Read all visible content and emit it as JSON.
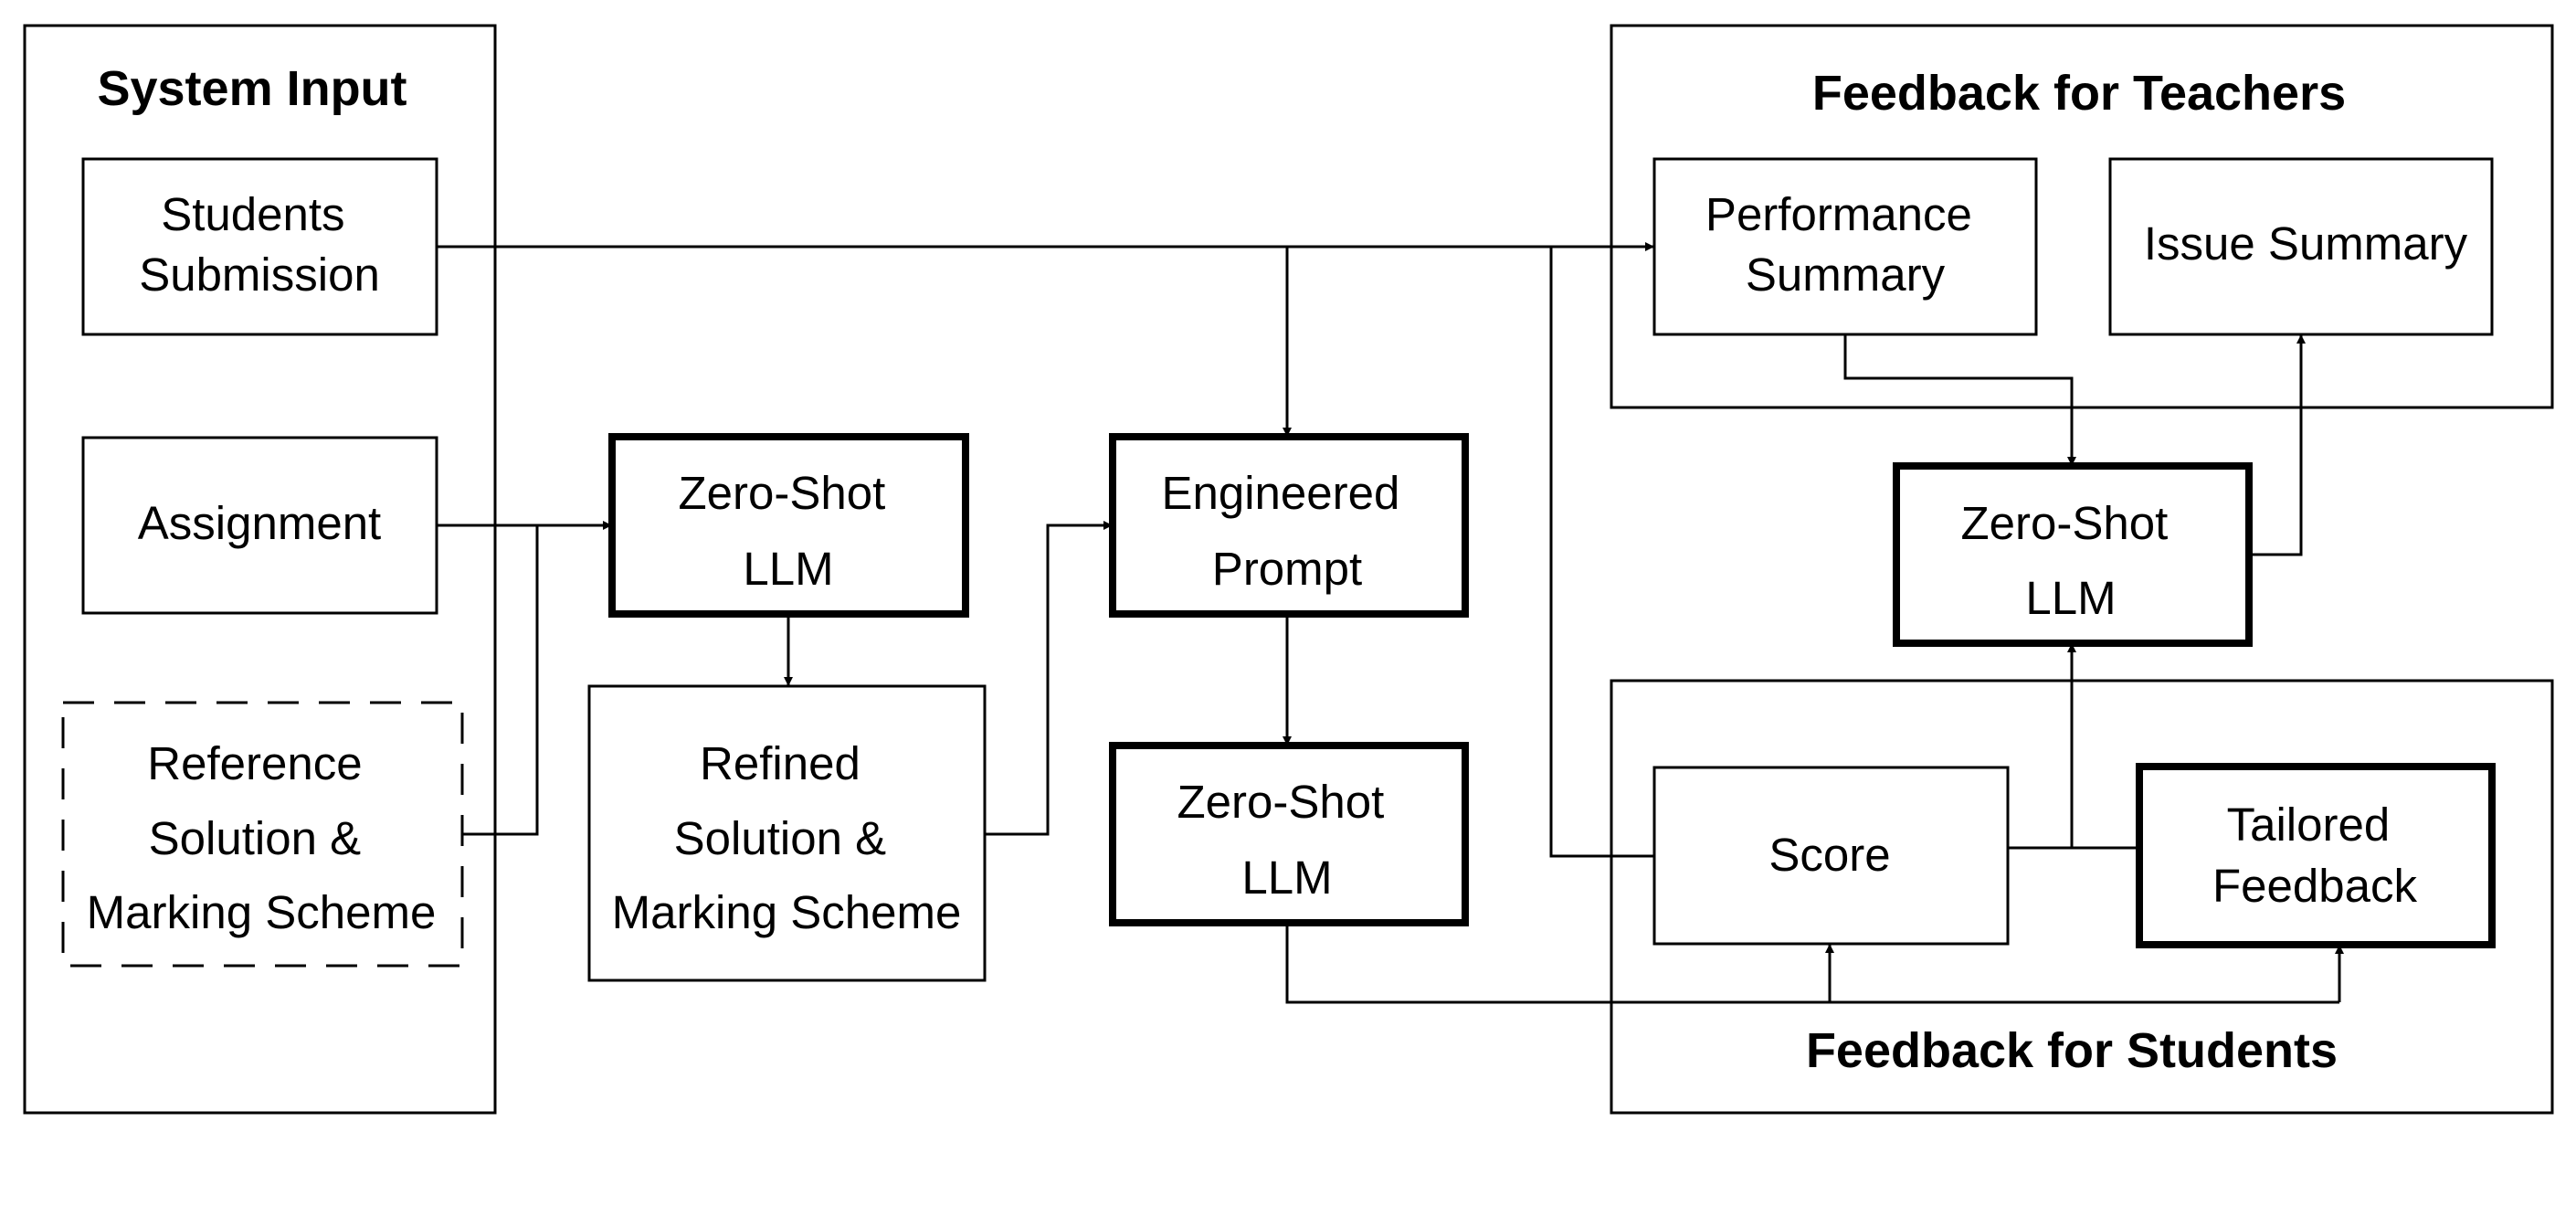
{
  "diagram": {
    "groups": {
      "system_input": "System Input",
      "feedback_teachers": "Feedback for Teachers",
      "feedback_students": "Feedback for Students"
    },
    "nodes": {
      "students_submission": [
        "Students",
        "Submission"
      ],
      "assignment": [
        "Assignment"
      ],
      "reference_solution": [
        "Reference",
        "Solution &",
        "Marking Scheme"
      ],
      "zero_shot_llm_1": [
        "Zero-Shot",
        "LLM"
      ],
      "refined_solution": [
        "Refined",
        "Solution &",
        "Marking Scheme"
      ],
      "engineered_prompt": [
        "Engineered",
        "Prompt"
      ],
      "zero_shot_llm_2": [
        "Zero-Shot",
        "LLM"
      ],
      "performance_summary": [
        "Performance",
        "Summary"
      ],
      "issue_summary": [
        "Issue Summary"
      ],
      "zero_shot_llm_3": [
        "Zero-Shot",
        "LLM"
      ],
      "score": [
        "Score"
      ],
      "tailored_feedback": [
        "Tailored",
        "Feedback"
      ]
    }
  }
}
